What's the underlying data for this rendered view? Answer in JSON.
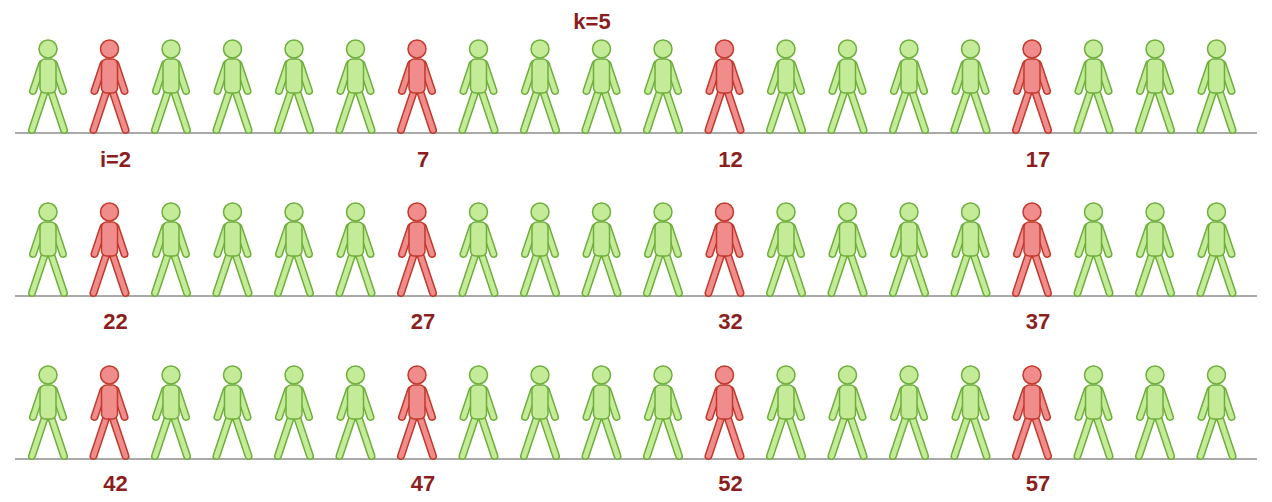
{
  "diagram": {
    "labels": [
      "k=5",
      "i=2",
      "7",
      "12",
      "17",
      "22",
      "27",
      "32",
      "37",
      "42",
      "47",
      "52",
      "57"
    ]
  }
}
